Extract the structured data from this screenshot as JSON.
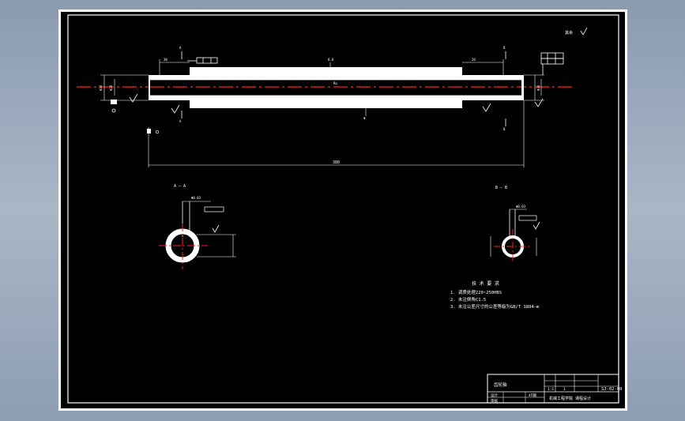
{
  "annotations": {
    "surface_finish_top_right": "其余",
    "section_a_title": "A — A",
    "section_b_title": "B — B",
    "overall_length": "380",
    "center_mark": "A"
  },
  "technical_requirements": {
    "title": "技 术 要 求",
    "items": [
      "1. 调质处理220~250HBS",
      "2. 未注倒角C1.5",
      "3. 未注公差尺寸的公差等级为GB/T 1804—m"
    ]
  },
  "title_block": {
    "part_name": "齿轮轴",
    "material": "45钢",
    "drawing_number": "SJ-02-00",
    "scale": "1:1",
    "sheet_count": "1",
    "school": "机械工程学院 课程设计",
    "designer": "设计",
    "checker": "审核"
  },
  "colors": {
    "background": "#000000",
    "lines": "#ffffff",
    "centerline": "#ff2020"
  }
}
